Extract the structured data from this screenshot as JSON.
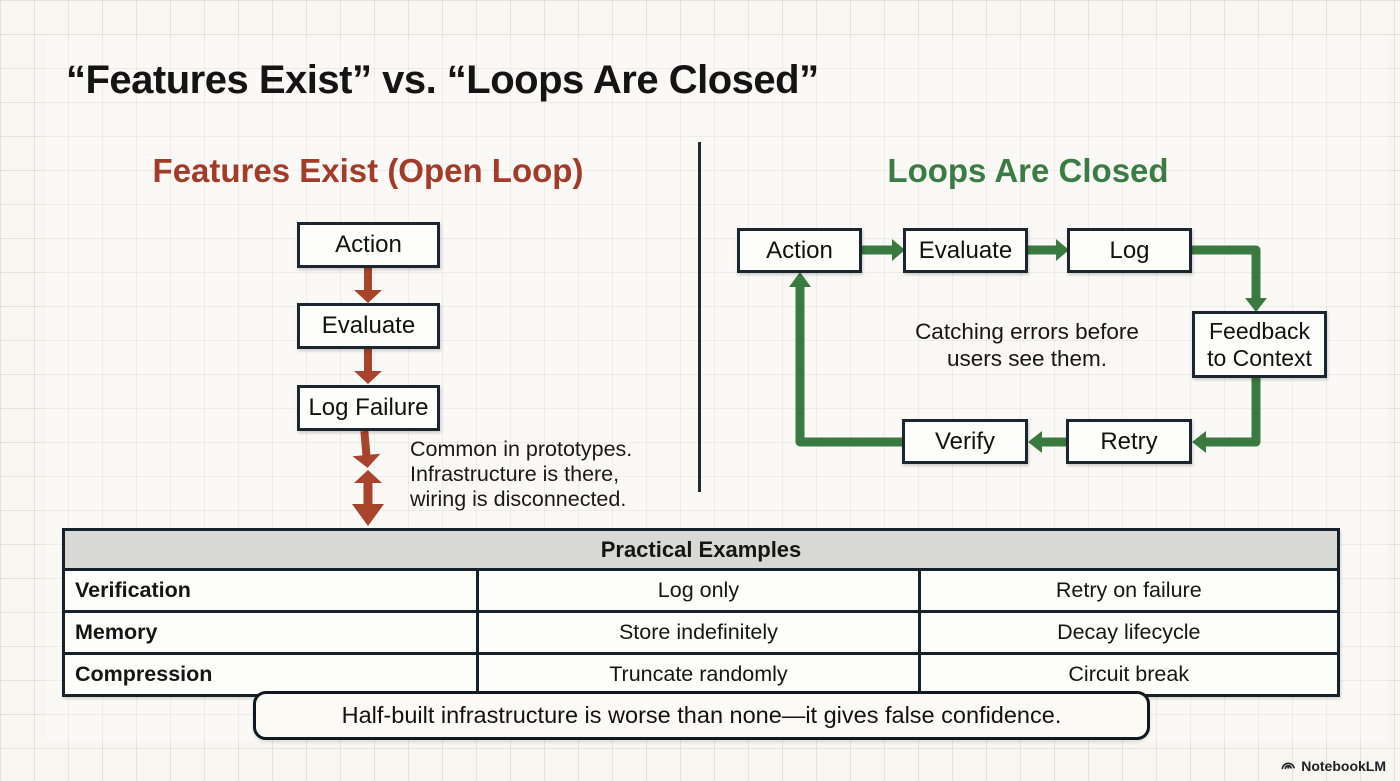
{
  "title": "“Features Exist” vs. “Loops Are Closed”",
  "left_panel": {
    "heading": "Features Exist (Open Loop)",
    "boxes": [
      "Action",
      "Evaluate",
      "Log Failure"
    ],
    "note_lines": [
      "Common in prototypes.",
      "Infrastructure is there,",
      "wiring is disconnected."
    ]
  },
  "right_panel": {
    "heading": "Loops Are Closed",
    "boxes": [
      "Action",
      "Evaluate",
      "Log",
      "Retry",
      "Verify"
    ],
    "feedback_lines": [
      "Feedback",
      "to Context"
    ],
    "caption_lines": [
      "Catching errors before",
      "users see them."
    ]
  },
  "table": {
    "header": "Practical Examples",
    "rows": [
      [
        "Verification",
        "Log only",
        "Retry on failure"
      ],
      [
        "Memory",
        "Store indefinitely",
        "Decay lifecycle"
      ],
      [
        "Compression",
        "Truncate randomly",
        "Circuit break"
      ]
    ]
  },
  "banner": "Half-built infrastructure is worse than none—it gives false confidence.",
  "watermark": "NotebookLM",
  "colors": {
    "open_loop_red": "#a8432c",
    "closed_loop_green": "#3a7a40"
  }
}
